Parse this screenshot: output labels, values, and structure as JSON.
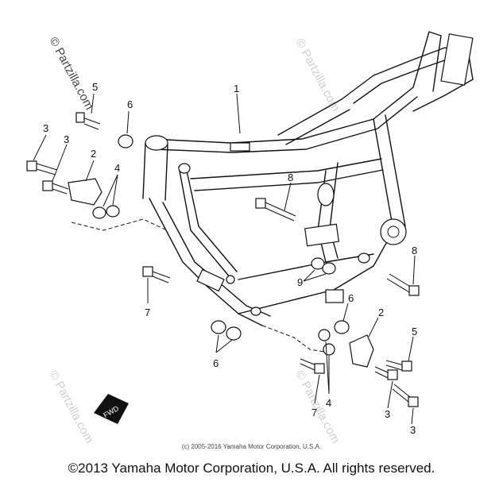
{
  "watermark": "© Partzilla.com",
  "copyright_small": "(c) 2005-2016 Yamaha Motor Corporation, U.S.A.",
  "copyright_main": "©2013 Yamaha Motor Corporation, U.S.A. All rights reserved.",
  "fwd_label": "FWD",
  "callouts": {
    "c1": "1",
    "c2_left": "2",
    "c2_right": "2",
    "c3_left_a": "3",
    "c3_left_b": "3",
    "c3_right_a": "3",
    "c3_right_b": "3",
    "c4_left": "4",
    "c4_right": "4",
    "c5_left": "5",
    "c5_right": "5",
    "c6_left_top": "6",
    "c6_right": "6",
    "c6_bottom": "6",
    "c7_left": "7",
    "c7_right": "7",
    "c8_left": "8",
    "c8_right": "8",
    "c9": "9"
  }
}
